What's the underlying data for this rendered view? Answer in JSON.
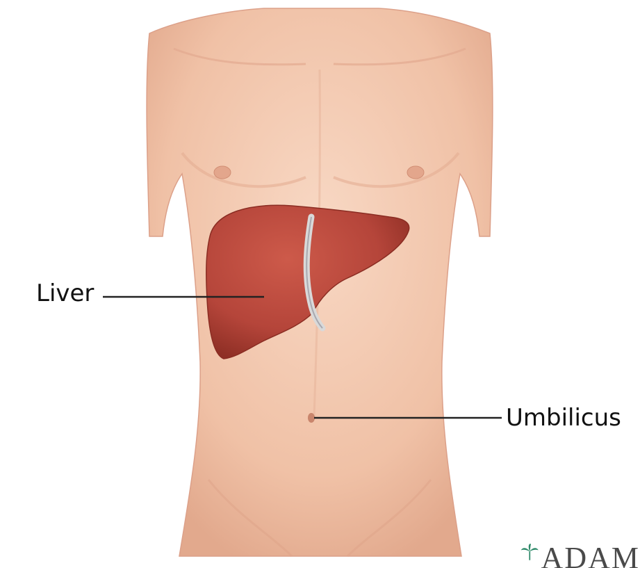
{
  "labels": {
    "liver": "Liver",
    "umbilicus": "Umbilicus"
  },
  "logo": {
    "text": "ADAM"
  },
  "colors": {
    "skin": "#f3c7ad",
    "skin_shadow": "#e3a88c",
    "liver": "#b9473a",
    "liver_dark": "#8f2f25",
    "ligament": "#d9d9d9",
    "leader_line": "#222222",
    "logo_leaf": "#2f8a6a"
  }
}
